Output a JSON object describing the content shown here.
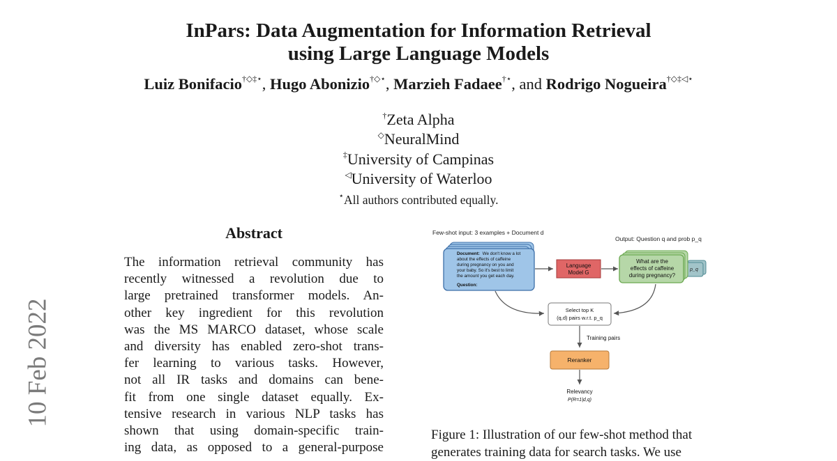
{
  "paper": {
    "title_line1": "InPars: Data Augmentation for Information Retrieval",
    "title_line2": "using Large Language Models",
    "authors": [
      {
        "name": "Luiz Bonifacio",
        "marks": "†◇‡⋆",
        "sep": ", "
      },
      {
        "name": "Hugo Abonizio",
        "marks": "†◇⋆",
        "sep": ", "
      },
      {
        "name": "Marzieh Fadaee",
        "marks": "†⋆",
        "sep": ", and "
      },
      {
        "name": "Rodrigo Nogueira",
        "marks": "†◇‡◁⋆",
        "sep": ""
      }
    ],
    "affiliations": [
      {
        "mark": "†",
        "name": "Zeta Alpha"
      },
      {
        "mark": "◇",
        "name": "NeuralMind"
      },
      {
        "mark": "‡",
        "name": "University of Campinas"
      },
      {
        "mark": "◁",
        "name": "University of Waterloo"
      }
    ],
    "contribution_note": {
      "mark": "⋆",
      "text": "All authors contributed equally."
    },
    "arxiv_stamp": "10 Feb 2022"
  },
  "abstract": {
    "heading": "Abstract",
    "lines": [
      "The information retrieval community has",
      "recently witnessed a revolution due to",
      "large pretrained transformer models. An-",
      "other key ingredient for this revolution",
      "was the MS MARCO dataset, whose scale",
      "and diversity has enabled zero-shot trans-",
      "fer learning to various tasks. However,",
      "not all IR tasks and domains can bene-",
      "fit from one single dataset equally. Ex-",
      "tensive research in various NLP tasks has",
      "shown that using domain-specific train-",
      "ing data, as opposed to a general-purpose"
    ]
  },
  "figure": {
    "input_label": "Few-shot input: 3 examples + Document d",
    "output_label": "Output: Question q and prob p_q",
    "document_box": {
      "bold_lead": "Document:",
      "lines": [
        "We don't know a lot",
        "about the effects of caffeine",
        "during pregnancy on you and",
        "your baby. So it's best to limit",
        "the amount you get each day."
      ],
      "question_label": "Question:"
    },
    "model_box": {
      "line1": "Language",
      "line2": "Model G"
    },
    "output_box": {
      "lines": [
        "What are the",
        "effects of caffeine",
        "during pregnancy?"
      ],
      "prob_tag": "p_q"
    },
    "select_box": {
      "line1": "Select top K",
      "line2": "(q,d) pairs w.r.t. p_q"
    },
    "training_label": "Training pairs",
    "reranker_box": "Reranker",
    "relevancy_label": "Relevancy",
    "relevancy_formula": "P(R=1|d,q)",
    "colors": {
      "doc_fill": "#9fc5e8",
      "doc_stroke": "#3d6fa8",
      "model_fill": "#e06666",
      "model_stroke": "#a33a3a",
      "out_fill": "#b6d7a8",
      "out_stroke": "#6aa84f",
      "prob_fill": "#a2c4c9",
      "reranker_fill": "#f6b26b",
      "reranker_stroke": "#b4783a"
    }
  },
  "caption": {
    "line1": "Figure 1: Illustration of our few-shot method that",
    "line2": "generates training data for search tasks. We use"
  }
}
